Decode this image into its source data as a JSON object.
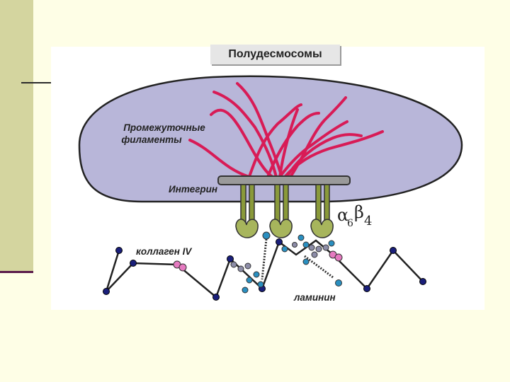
{
  "title": "Полудесмосомы",
  "labels": {
    "filaments_line1": "Промежуточные",
    "filaments_line2": "филаменты",
    "integrin": "Интегрин",
    "collagen": "коллаген IV",
    "laminin": "ламинин",
    "alpha": "α",
    "alpha_sub": "6",
    "beta": "β",
    "beta_sub": "4"
  },
  "colors": {
    "cell": "#b8b6d9",
    "cell_outline": "#222222",
    "filament": "#d81b56",
    "integrin_stalk": "#8a9a3a",
    "integrin_head": "#a7b55c",
    "plaque": "#9a9a9a",
    "collagen_node": "#1a1f7a",
    "laminin_blue": "#2a8fc0",
    "laminin_pink": "#e57ac0",
    "laminin_grey": "#8d8da8",
    "background": "#fefee6",
    "sidebar": "#d4d59f"
  }
}
